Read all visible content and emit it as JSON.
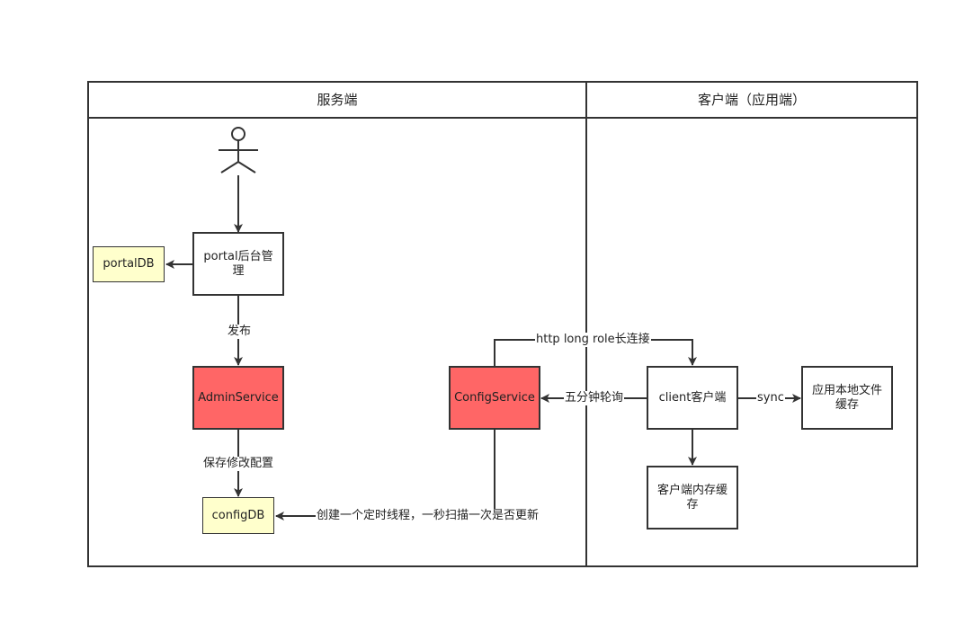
{
  "lanes": {
    "server_title": "服务端",
    "client_title": "客户端（应用端）"
  },
  "nodes": {
    "portal_db": "portalDB",
    "portal_admin": "portal后台管理",
    "admin_service": "AdminService",
    "config_db": "configDB",
    "config_service": "ConfigService",
    "client": "client客户端",
    "local_file_cache": "应用本地文件缓存",
    "memory_cache": "客户端内存缓存"
  },
  "edges": {
    "publish": "发布",
    "save_config": "保存修改配置",
    "scan_thread": "创建一个定时线程，一秒扫描一次是否更新",
    "long_poll": "http long role长连接",
    "poll_5min": "五分钟轮询",
    "sync": "sync"
  },
  "colors": {
    "service_fill": "#ff6666",
    "db_fill": "#ffffcc",
    "stroke": "#333333"
  }
}
